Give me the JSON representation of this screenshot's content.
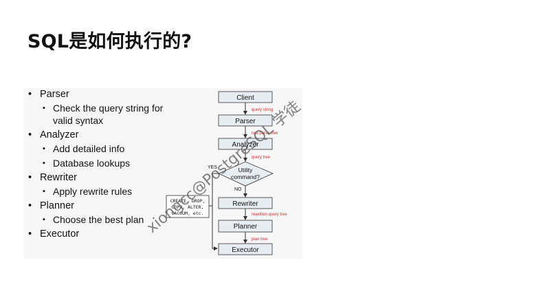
{
  "slide": {
    "title": "SQL是如何执行的?",
    "watermark": "xiongcc@PostgreSQL 学徒"
  },
  "bullets": {
    "parser": "Parser",
    "parser_sub1": "Check the query string for",
    "parser_sub1b": "valid syntax",
    "analyzer": "Analyzer",
    "analyzer_sub1": "Add detailed info",
    "analyzer_sub2": "Database lookups",
    "rewriter": "Rewriter",
    "rewriter_sub1": "Apply rewrite rules",
    "planner": "Planner",
    "planner_sub1": "Choose the  best plan",
    "executor": "Executor"
  },
  "diagram": {
    "nodes": {
      "client": "Client",
      "parser": "Parser",
      "analyzer": "Analyzer",
      "utility_line1": "Utility",
      "utility_line2": "command?",
      "rewriter": "Rewriter",
      "planner": "Planner",
      "executor": "Executor"
    },
    "edges": {
      "query_string": "query string",
      "raw_parse_tree": "raw parse tree",
      "query_tree": "query tree",
      "rewritten_query_tree": "rewritten query tree",
      "plan_tree": "plan tree"
    },
    "branch": {
      "yes": "YES",
      "no": "NO"
    },
    "utility_box": [
      "CREATE, DROP,",
      "COPY, ALTER,",
      "VACUUM, etc."
    ],
    "colors": {
      "box_fill": "#e8edf4",
      "box_stroke": "#333333",
      "edge_label": "#d32f2f",
      "panel_bg": "#f7f7f7"
    }
  }
}
